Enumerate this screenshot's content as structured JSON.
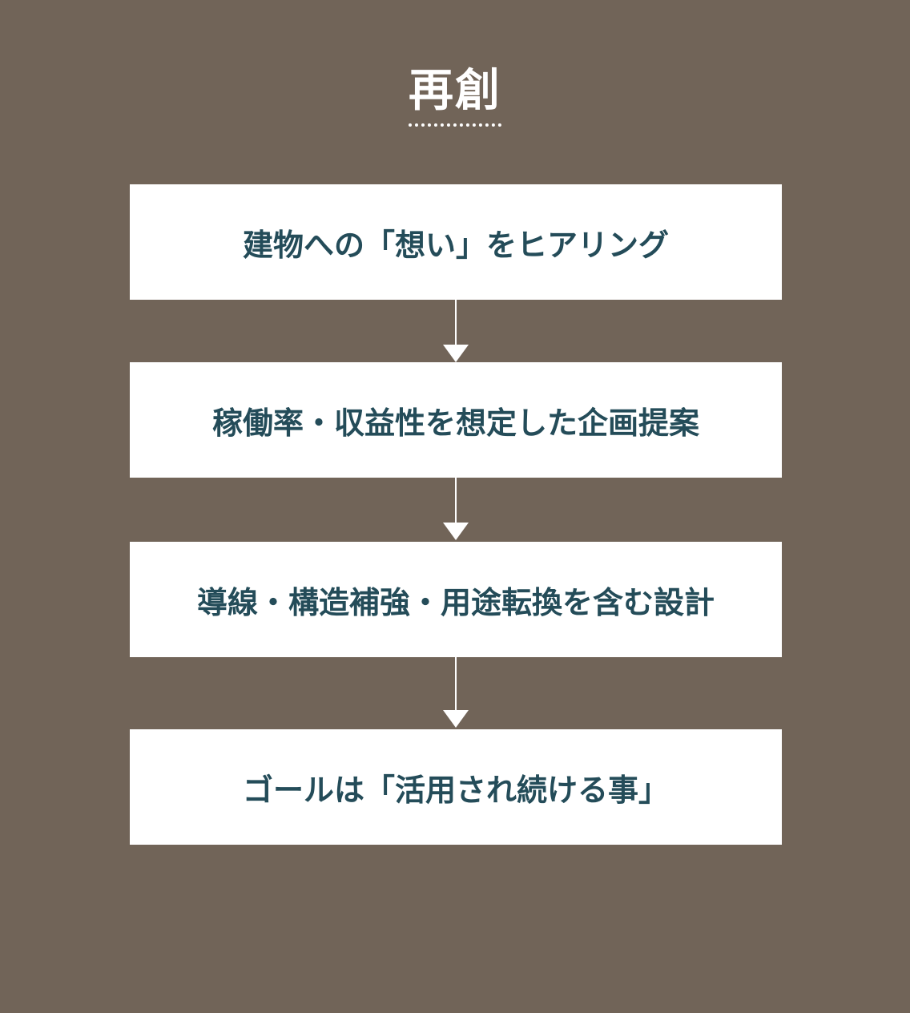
{
  "diagram": {
    "type": "vertical-flowchart",
    "title": "再創",
    "colors": {
      "background": "#716458",
      "box_fill": "#ffffff",
      "box_text": "#244c59",
      "title_text": "#ffffff",
      "arrow": "#ffffff"
    },
    "steps": [
      {
        "label": "建物への「想い」をヒアリング"
      },
      {
        "label": "稼働率・収益性を想定した企画提案"
      },
      {
        "label": "導線・構造補強・用途転換を含む設計"
      },
      {
        "label": "ゴールは「活用され続ける事」"
      }
    ],
    "connectors": [
      {
        "from": 0,
        "to": 1,
        "icon": "arrow-down-icon"
      },
      {
        "from": 1,
        "to": 2,
        "icon": "arrow-down-icon"
      },
      {
        "from": 2,
        "to": 3,
        "icon": "arrow-down-icon"
      }
    ]
  }
}
